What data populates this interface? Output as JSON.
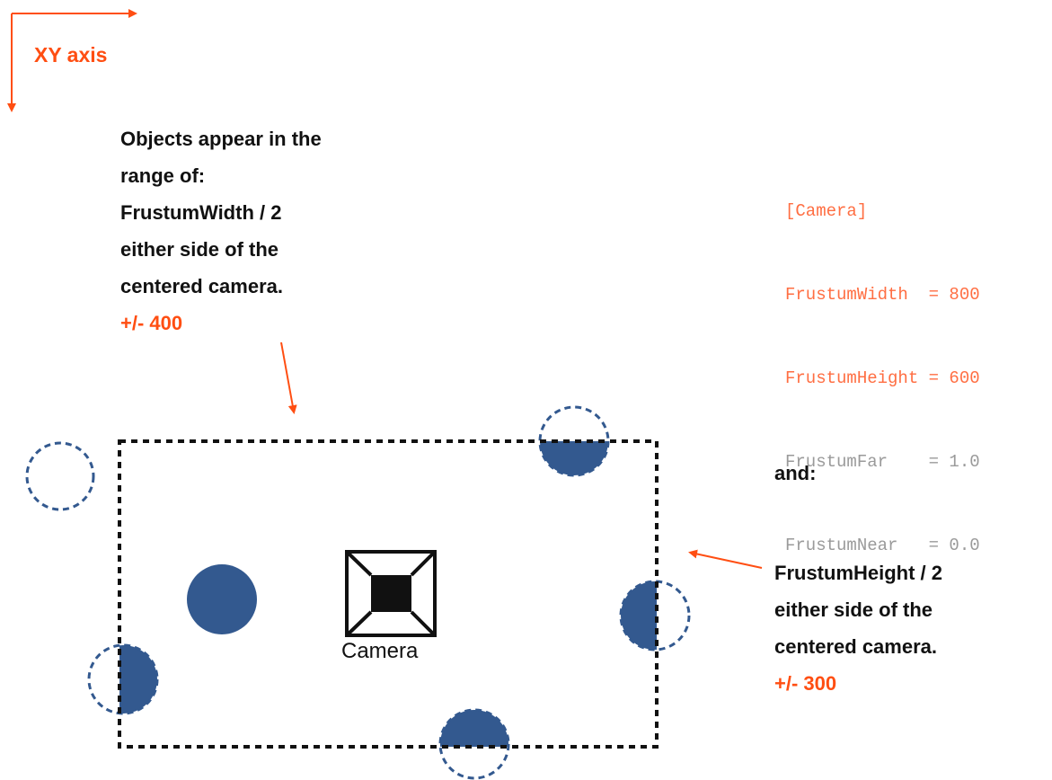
{
  "axis": {
    "label": "XY axis"
  },
  "left_text": {
    "lines": [
      "Objects appear in the",
      "range of:",
      "FrustumWidth / 2",
      "either side of the",
      "centered camera."
    ],
    "value": "+/- 400"
  },
  "right_text": {
    "and_label": "and:",
    "lines": [
      "FrustumHeight / 2",
      "either side of the",
      "centered camera."
    ],
    "value": "+/- 300"
  },
  "config": {
    "section": "[Camera]",
    "entries": [
      {
        "text": "FrustumWidth  = 800",
        "highlight": true
      },
      {
        "text": "FrustumHeight = 600",
        "highlight": true
      },
      {
        "text": "FrustumFar    = 1.0",
        "highlight": false
      },
      {
        "text": "FrustumNear   = 0.0",
        "highlight": false
      }
    ]
  },
  "camera": {
    "label": "Camera"
  },
  "colors": {
    "accent": "#ff4e12",
    "object_fill": "#33598f",
    "frustum_border": "#111111"
  }
}
